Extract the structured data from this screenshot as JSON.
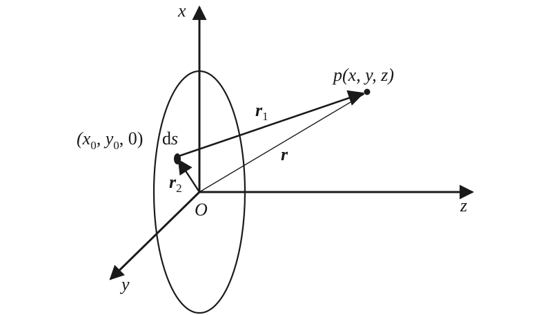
{
  "labels": {
    "x_axis": "x",
    "y_axis": "y",
    "z_axis": "z",
    "origin": "O",
    "point_p_name": "p",
    "point_p_coords": "(x, y, z)",
    "source_open": "(x",
    "source_sub0_a": "0",
    "source_mid": ", y",
    "source_sub0_b": "0",
    "source_close": ", 0)",
    "ds_d": "d",
    "ds_s": "s",
    "r1_main": "r",
    "r1_sub": "1",
    "r2_main": "r",
    "r2_sub": "2",
    "r_main": "r"
  },
  "colors": {
    "ink": "#1a1a1a",
    "background": "#ffffff"
  }
}
